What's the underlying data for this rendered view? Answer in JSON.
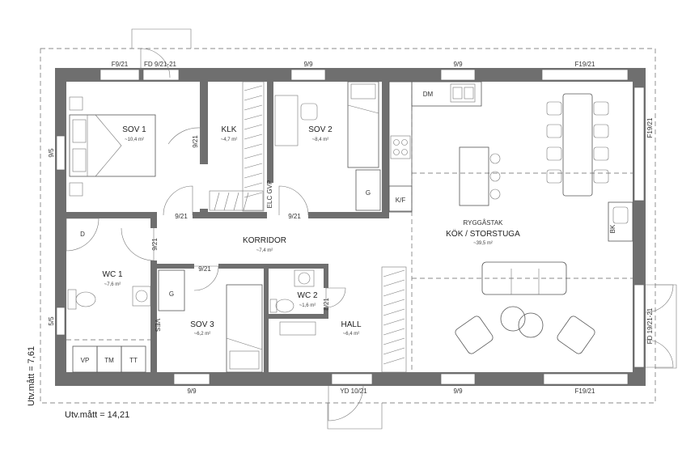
{
  "rooms": {
    "sov1": {
      "name": "SOV 1",
      "area": "~10,4 m²"
    },
    "klk": {
      "name": "KLK",
      "area": "~4,7 m²"
    },
    "sov2": {
      "name": "SOV 2",
      "area": "~8,4 m²"
    },
    "kok_sub": "RYGGÅSTAK",
    "kok": {
      "name": "KÖK / STORSTUGA",
      "area": "~39,5 m²"
    },
    "korridor": {
      "name": "KORRIDOR",
      "area": "~7,4 m²"
    },
    "wc1": {
      "name": "WC 1",
      "area": "~7,6 m²"
    },
    "sov3": {
      "name": "SOV 3",
      "area": "~6,2 m²"
    },
    "wc2": {
      "name": "WC 2",
      "area": "~1,6 m²"
    },
    "hall": {
      "name": "HALL",
      "area": "~6,4 m²"
    }
  },
  "fixtures": {
    "dm": "DM",
    "g1": "G",
    "g2": "G",
    "kf": "K/F",
    "d": "D",
    "vp": "VP",
    "tm": "TM",
    "tt": "TT",
    "bk": "BK",
    "ves": "VES",
    "elc": "ELC GVP"
  },
  "openings": {
    "f921_top": "F9/21",
    "fd921": "FD 9/21-21",
    "w99_top_a": "9/9",
    "w99_top_b": "9/9",
    "f1921_top": "F19/21",
    "f1921_right": "F19/21",
    "w95_left": "9/5",
    "w55_left": "5/5",
    "d921_klk": "9/21",
    "d921_sov1": "9/21",
    "d921_sov2": "9/21",
    "d921_wc1": "9/21",
    "d921_sov3": "9/21",
    "d821_wc2": "8/21",
    "fd1921_right": "FD 19/21-21",
    "w99_bottom_a": "9/9",
    "yd1021": "YD 10/21",
    "w99_bottom_b": "9/9",
    "f1921_bottom": "F19/21"
  },
  "dimensions": {
    "width": "Utv.mått = 14,21",
    "depth": "Utv.mått = 7,61"
  }
}
